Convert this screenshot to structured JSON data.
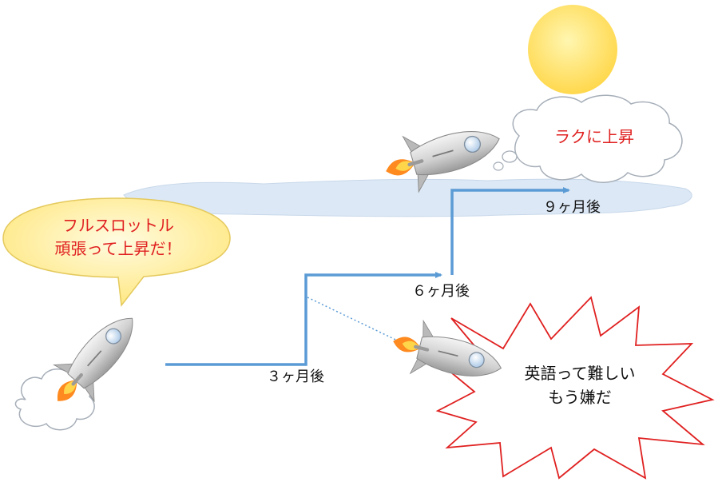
{
  "speech_bubble": {
    "line1": "フルスロットル",
    "line2": "頑張って上昇だ！"
  },
  "thought_bubble": {
    "text": "ラクに上昇"
  },
  "burst_bubble": {
    "line1": "英語って難しい",
    "line2": "もう嫌だ"
  },
  "milestones": {
    "m3": "３ヶ月後",
    "m6": "６ヶ月後",
    "m9": "９ヶ月後"
  },
  "colors": {
    "path": "#5b9bd5",
    "thought_text": "#e02020",
    "speech_text": "#e02020",
    "burst_stroke": "#e02020",
    "sun": "#ffdf6b",
    "cloud_band": "#dce8f5"
  },
  "icons": [
    "rocket-icon",
    "sun-icon",
    "cloud-icon",
    "exhaust-cloud-icon"
  ]
}
